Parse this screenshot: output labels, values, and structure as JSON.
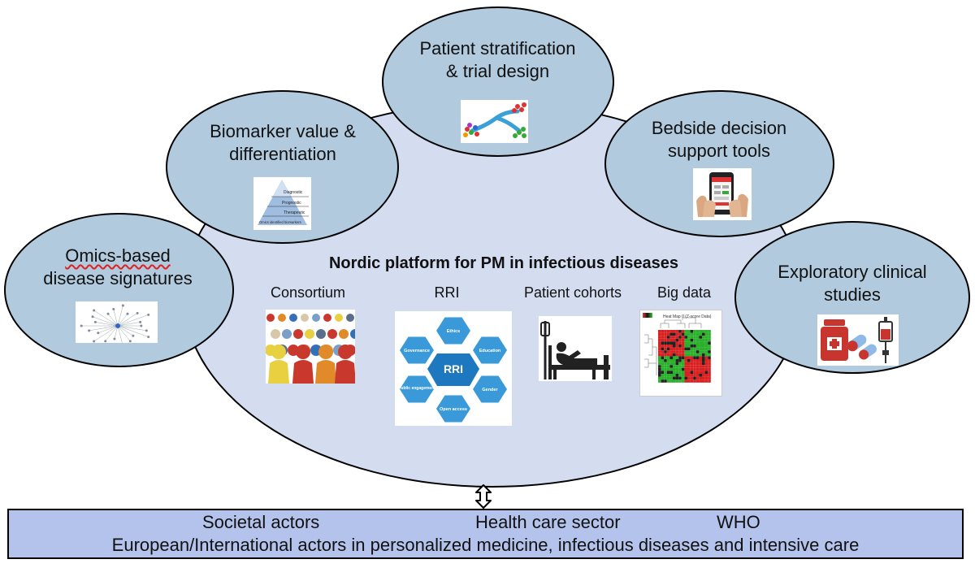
{
  "colors": {
    "platform_fill": "#d4dcf0",
    "satellite_fill": "#b1cade",
    "bottom_fill": "#b4c3ec"
  },
  "platform": {
    "title": "Nordic platform for PM in infectious diseases",
    "sections": [
      "Consortium",
      "RRI",
      "Patient cohorts",
      "Big data"
    ]
  },
  "satellites": {
    "omics": {
      "line1": "Omics-based",
      "line2": "disease signatures"
    },
    "biomarker": {
      "line1": "Biomarker value &",
      "line2": "differentiation"
    },
    "patient": {
      "line1": "Patient stratification",
      "line2": "& trial design"
    },
    "bedside": {
      "line1": "Bedside decision",
      "line2": "support tools"
    },
    "exploratory": {
      "line1": "Exploratory clinical",
      "line2": "studies"
    }
  },
  "pyramid": {
    "labels": [
      "Diagnostic",
      "Prognostic",
      "Therapeutic",
      "Omics identified biomarkers"
    ]
  },
  "rri": {
    "center": "RRI",
    "hexagons": [
      "Ethics",
      "Education",
      "Gender",
      "Open access",
      "Public engagement",
      "Governance"
    ]
  },
  "heatmap": {
    "title": "Heat Map 0 (Z-score Data)"
  },
  "bottom": {
    "societal": "Societal actors",
    "health": "Health care sector",
    "who": "WHO",
    "european": "European/International actors in personalized medicine, infectious diseases and intensive care"
  },
  "icons": [
    "network-graph-icon",
    "pyramid-icon",
    "stratification-icon",
    "phone-icon",
    "medication-icon",
    "crowd-icon",
    "patient-bed-icon",
    "heatmap-icon",
    "double-arrow-icon"
  ]
}
